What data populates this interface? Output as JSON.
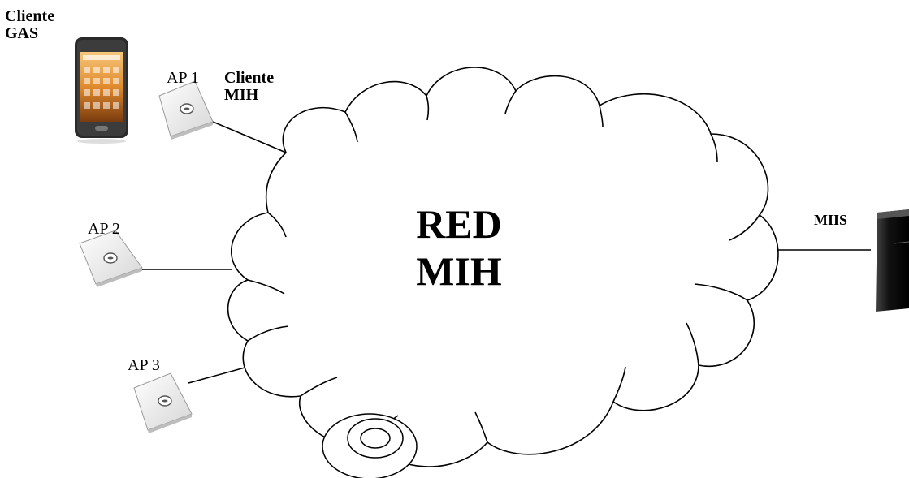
{
  "labels": {
    "cliente_gas_line1": "Cliente",
    "cliente_gas_line2": "GAS",
    "ap1": "AP 1",
    "cliente_mih_line1": "Cliente",
    "cliente_mih_line2": "MIH",
    "ap2": "AP 2",
    "ap3": "AP 3",
    "red_line1": "RED",
    "red_line2": "MIH",
    "miis": "MIIS"
  },
  "icons": {
    "phone": "smartphone-icon",
    "access_point": "access-point-icon",
    "server": "server-icon",
    "pan_tilt": "ring-device-icon"
  },
  "colors": {
    "line": "#000000",
    "ap_body": "#f2f2f2",
    "phone_body": "#2a2a2a",
    "server_body": "#1a1a1a"
  }
}
